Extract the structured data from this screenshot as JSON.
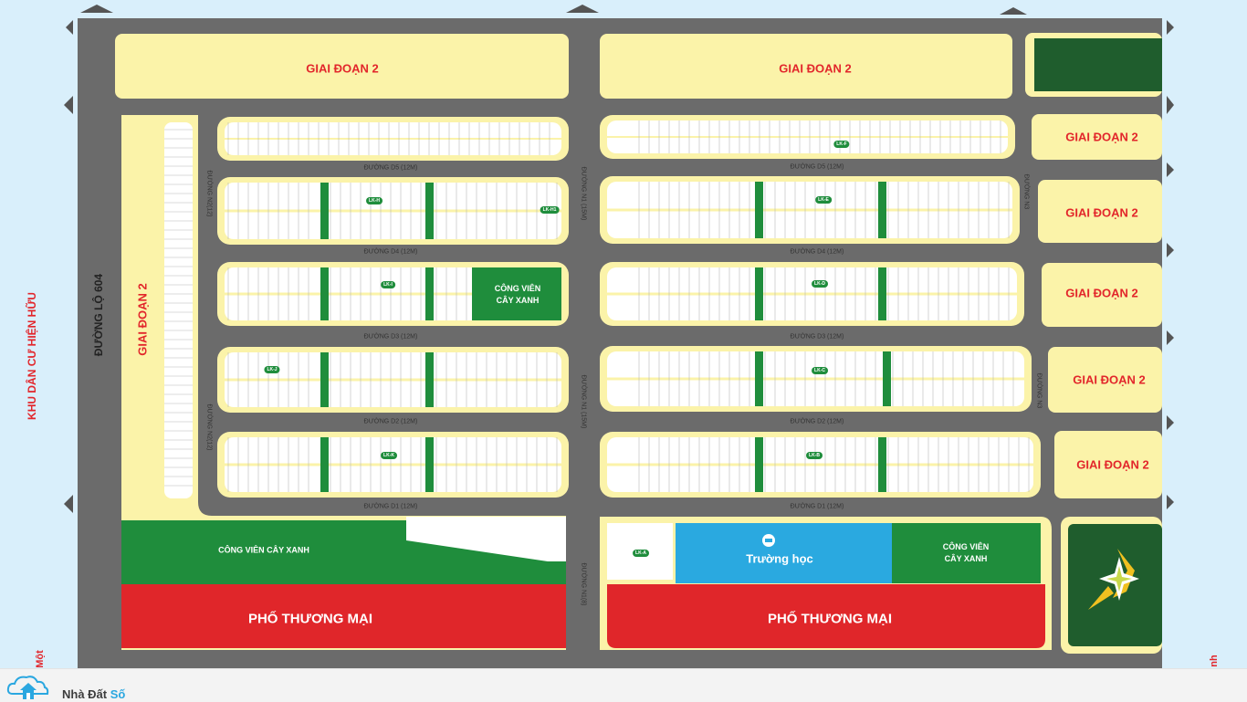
{
  "phase_label": "GIAI ĐOẠN 2",
  "commercial_label": "PHỐ THƯƠNG MẠI",
  "park_label_line1": "CÔNG VIÊN",
  "park_label_line2": "CÂY XANH",
  "park_label_wide": "CÔNG VIÊN CÂY XANH",
  "school_label": "Trường học",
  "main_road": "ĐƯỜNG LỘ 604",
  "residential_area": "KHU DÂN CƯ HIỆN HỮU",
  "edge_left": "Một",
  "edge_right": "nh",
  "roads": {
    "d5": "ĐƯỜNG D5 (12M)",
    "d4": "ĐƯỜNG D4 (12M)",
    "d3": "ĐƯỜNG D3 (12M)",
    "d2": "ĐƯỜNG D2 (12M)",
    "d1": "ĐƯỜNG D1 (12M)",
    "n1": "ĐƯỜNG N1 (15M)",
    "n1_lower": "ĐƯỜNG N1 (15M)",
    "n1_bottom": "ĐƯỜNG N1(8)",
    "n2_top": "ĐƯỜNG N2(12)",
    "n2_bottom": "ĐƯỜNG N2(12)",
    "right_top": "ĐƯỜNG N3",
    "right_bottom": "ĐƯỜNG N3"
  },
  "block_tags": [
    "LK-H",
    "LK-H1",
    "LK-F",
    "LK-E",
    "LK-D",
    "LK-C",
    "LK-B",
    "LK-A",
    "LK-I",
    "LK-J",
    "LK-K"
  ],
  "footer": {
    "brand_prefix": "Nhà Đất ",
    "brand_suffix": "Số"
  },
  "colors": {
    "road": "#666666",
    "phase": "#fbf3a9",
    "park": "#1f8d3c",
    "commercial": "#e0262a",
    "school": "#2aa9e0",
    "label_red": "#e2262b"
  }
}
